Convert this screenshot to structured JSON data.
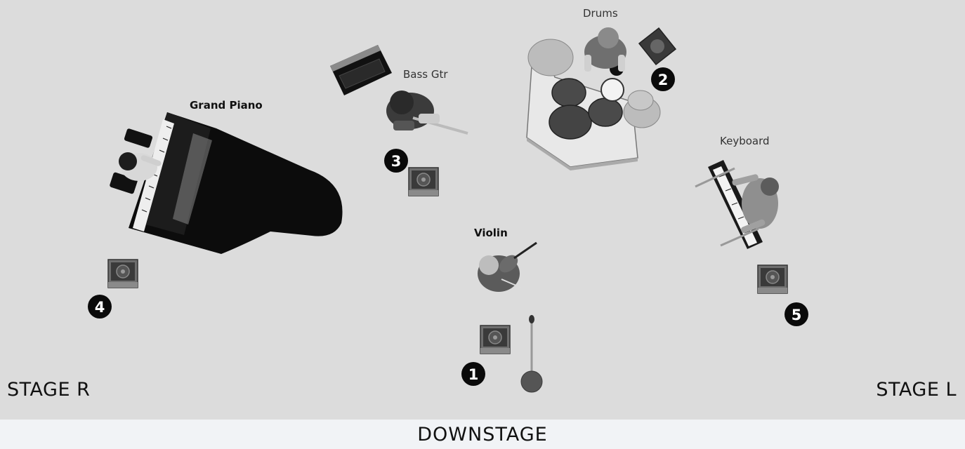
{
  "instruments": {
    "drums": "Drums",
    "bass": "Bass Gtr",
    "piano": "Grand Piano",
    "keyboard": "Keyboard",
    "violin": "Violin"
  },
  "monitors": [
    "1",
    "2",
    "3",
    "4",
    "5"
  ],
  "stage_labels": {
    "left": "STAGE R",
    "right": "STAGE L",
    "bottom": "DOWNSTAGE"
  }
}
